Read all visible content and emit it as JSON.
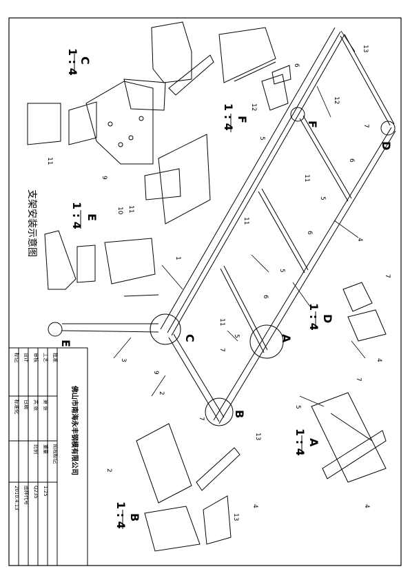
{
  "drawing": {
    "title": "支架安装示意图",
    "company": "佛山市南海永丰钢模有限公司"
  },
  "detail_views": [
    {
      "letter": "C",
      "scale": "1 : 4"
    },
    {
      "letter": "F",
      "scale": "1 : 4"
    },
    {
      "letter": "E",
      "scale": "1 : 4"
    },
    {
      "letter": "D",
      "scale": "1 : 4"
    },
    {
      "letter": "A",
      "scale": "1 : 4"
    },
    {
      "letter": "B",
      "scale": "1 : 4"
    }
  ],
  "callout_letters": [
    "A",
    "B",
    "C",
    "D",
    "E",
    "F"
  ],
  "part_numbers": [
    "1",
    "2",
    "3",
    "4",
    "5",
    "6",
    "7",
    "9",
    "10",
    "11",
    "12",
    "13"
  ],
  "title_block": {
    "labels": [
      "标记",
      "设计",
      "审核",
      "工艺",
      "批准",
      "标准化",
      "日期",
      "共 张",
      "第 张",
      "阶段标记",
      "重量",
      "比例",
      "图样代号"
    ],
    "scale": "1:25",
    "date": "2010.4.13",
    "material": "Q235"
  },
  "colors": {
    "line": "#000000",
    "background": "#ffffff"
  }
}
